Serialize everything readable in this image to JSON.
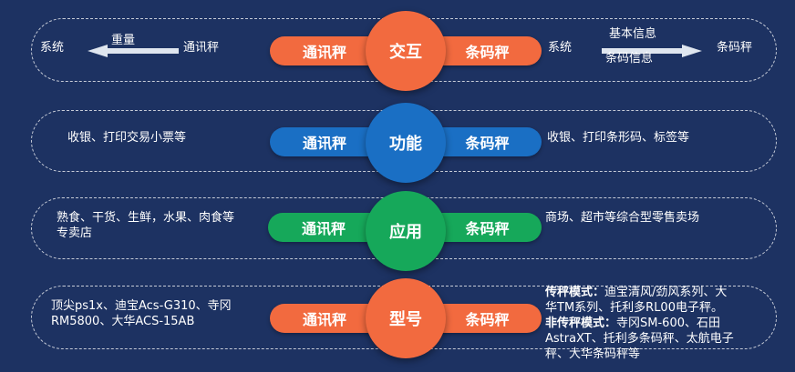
{
  "colors": {
    "background": "#1d3262",
    "orange": "#f26a3f",
    "blue": "#1a6fc4",
    "green": "#16a85a"
  },
  "rows": [
    {
      "center": "交互",
      "left_pill": "通讯秤",
      "right_pill": "条码秤",
      "left_flow": {
        "from": "系统",
        "arrow_label": "重量",
        "to": "通讯秤"
      },
      "right_flow": {
        "from": "系统",
        "arrow_label_top": "基本信息",
        "arrow_label_bottom": "条码信息",
        "to": "条码秤"
      }
    },
    {
      "center": "功能",
      "left_pill": "通讯秤",
      "right_pill": "条码秤",
      "left_text": "收银、打印交易小票等",
      "right_text": "收银、打印条形码、标签等"
    },
    {
      "center": "应用",
      "left_pill": "通讯秤",
      "right_pill": "条码秤",
      "left_text_1": "熟食、干货、生鲜，水果、肉食等",
      "left_text_2": "专卖店",
      "right_text": "商场、超市等综合型零售卖场"
    },
    {
      "center": "型号",
      "left_pill": "通讯秤",
      "right_pill": "条码秤",
      "left_text_1": "顶尖ps1x、迪宝Acs-G310、寺冈",
      "left_text_2": "RM5800、大华ACS-15AB",
      "right_label_1": "传秤模式：",
      "right_text_1a": "迪宝清风/劲风系列、大",
      "right_text_1b": "华TM系列、托利多RL00电子秤。",
      "right_label_2": "非传秤模式：",
      "right_text_2a": "寺冈SM-600、石田",
      "right_text_2b": "AstraXT、托利多条码秤、太航电子",
      "right_text_2c": "秤、大华条码秤等"
    }
  ]
}
